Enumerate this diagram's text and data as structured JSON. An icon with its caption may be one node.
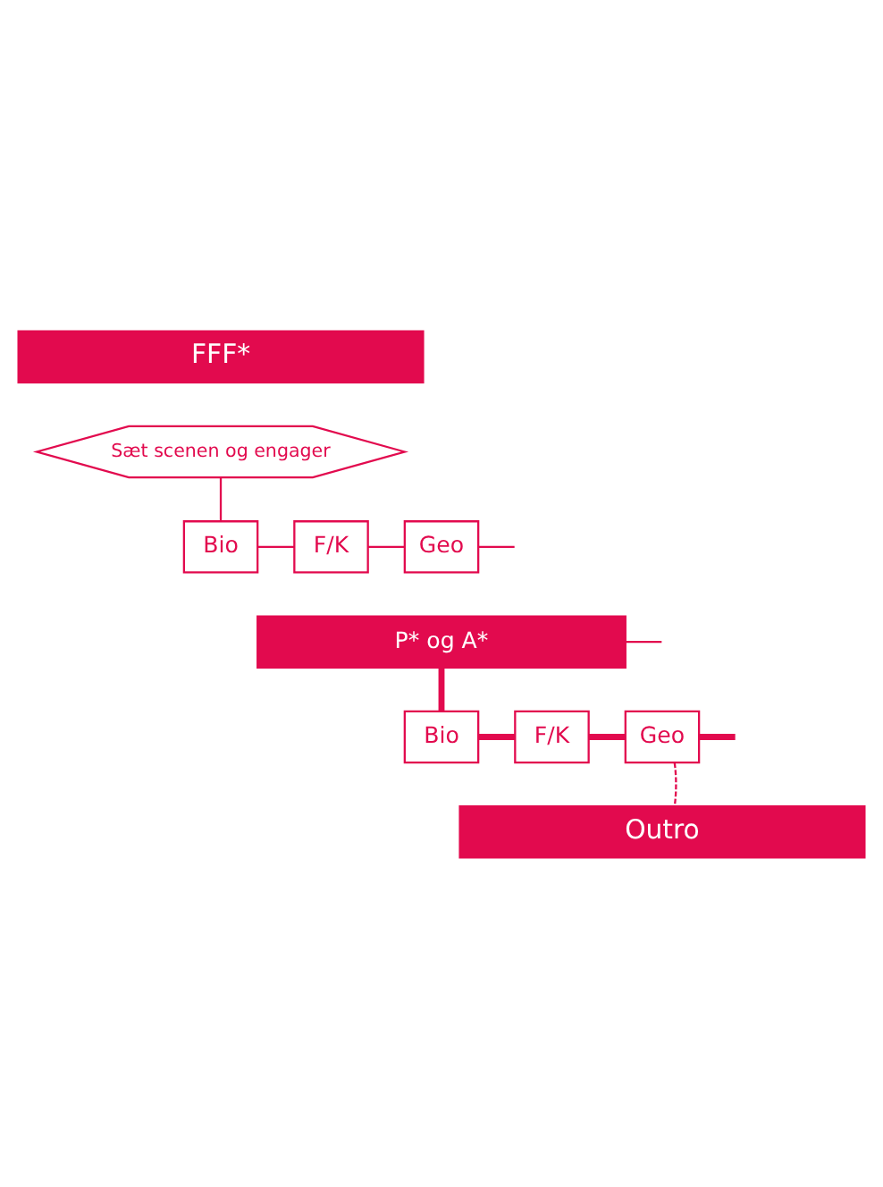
{
  "diagram": {
    "nodes": [
      {
        "text": [
          "FFF*"
        ]
      },
      {
        "text": [
          "Sæt scenen og engager"
        ]
      },
      {
        "text": [
          "Bio"
        ]
      },
      {
        "text": [
          "F/K"
        ]
      },
      {
        "text": [
          "Geo"
        ]
      },
      {
        "text": [
          "P* og A*"
        ]
      },
      {
        "text": [
          "Bio"
        ]
      },
      {
        "text": [
          "F/K"
        ]
      },
      {
        "text": [
          "Geo"
        ]
      },
      {
        "text": [
          "Outro"
        ]
      }
    ],
    "edges": [
      {
        "from": 1,
        "to": 2,
        "arrow": "none"
      },
      {
        "from": 2,
        "to": 3,
        "arrow": "none"
      },
      {
        "from": 3,
        "to": 4,
        "arrow": "none"
      },
      {
        "from": 4,
        "to": null,
        "arrow": "none"
      },
      {
        "from": 5,
        "to": null,
        "arrow": "none"
      },
      {
        "from": 5,
        "to": 6,
        "arrow": "none",
        "style": "thick"
      },
      {
        "from": 6,
        "to": 7,
        "arrow": "none",
        "style": "thick"
      },
      {
        "from": 7,
        "to": 8,
        "arrow": "none",
        "style": "thick"
      },
      {
        "from": 8,
        "to": null,
        "arrow": "none",
        "style": "thick"
      },
      {
        "from": 8,
        "to": 9,
        "arrow": "none",
        "style": "dashed"
      }
    ]
  }
}
